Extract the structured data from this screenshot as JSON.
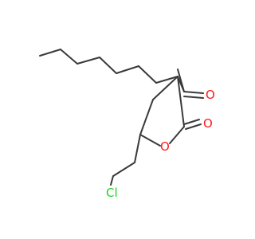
{
  "molecule": {
    "atoms": {
      "o_ketone": "O",
      "o_lactone_carbonyl": "O",
      "o_ring": "O",
      "cl": "Cl"
    },
    "colors": {
      "bond": "#3a3a3a",
      "oxygen": "#ff1a1a",
      "chlorine": "#20d420",
      "background": "#ffffff"
    }
  }
}
